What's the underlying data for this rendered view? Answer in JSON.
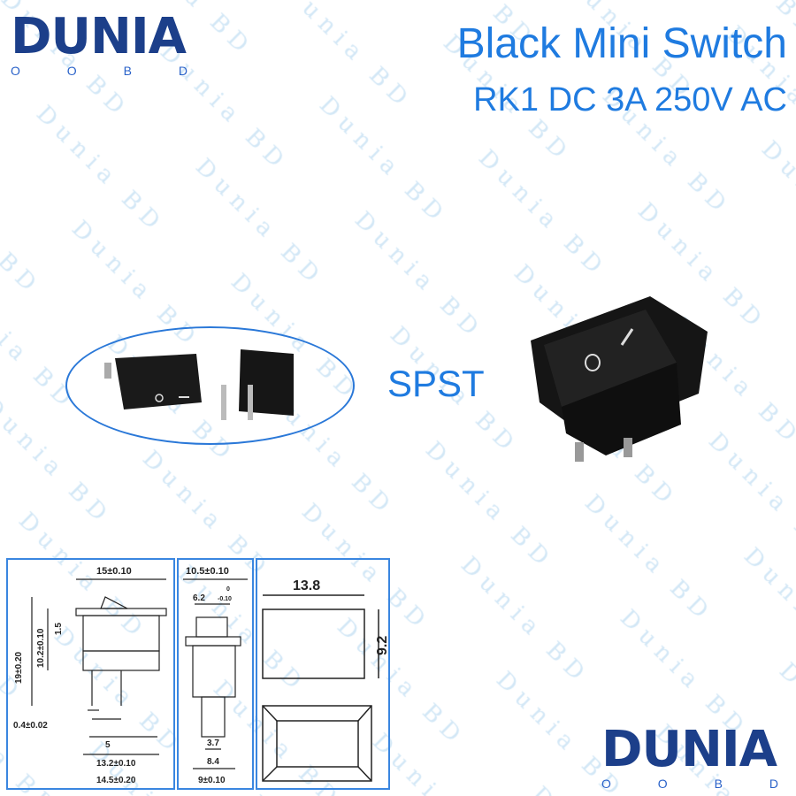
{
  "brand": {
    "name": "DUNIA",
    "sub_letters": [
      "O",
      "O",
      "B",
      "D"
    ]
  },
  "product": {
    "title": "Black Mini Switch",
    "subtitle": "RK1 DC 3A 250V AC",
    "type_label": "SPST"
  },
  "watermark": "Dunia BD",
  "switch_markings": {
    "off": "O",
    "on": "I"
  },
  "dimensions": {
    "front": {
      "width_top": "15±0.10",
      "height_total": "19±0.20",
      "height_body": "10.2±0.10",
      "rocker": "1.5",
      "pin_thickness": "0.4±0.02",
      "pin_pitch": "5",
      "width_body": "13.2±0.10",
      "width_bottom": "14.5±0.20"
    },
    "side": {
      "width_top": "10.5±0.10",
      "rocker_width": "6.2",
      "tol_upper": "0",
      "tol_lower": "-0.10",
      "pin_width": "3.7",
      "body_inner": "8.4",
      "width_bottom": "9±0.10"
    },
    "cutout": {
      "width": "13.8",
      "height": "9.2"
    }
  },
  "colors": {
    "accent": "#1f7be0",
    "brand": "#1c3f8a"
  }
}
